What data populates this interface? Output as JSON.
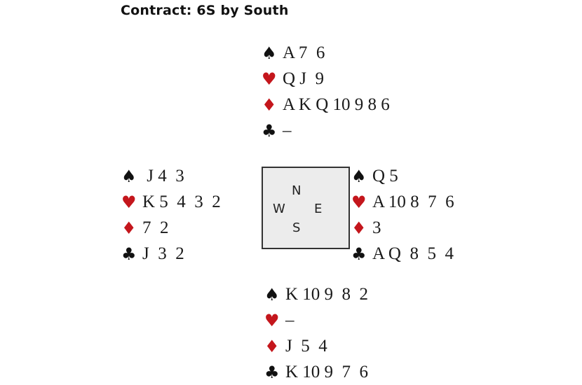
{
  "title": "Contract: 6S by South",
  "suit_symbols": {
    "spades": "♠",
    "hearts": "♥",
    "diamonds": "♦",
    "clubs": "♣"
  },
  "colors": {
    "black": "#111111",
    "red": "#c4161c"
  },
  "compass": {
    "north": "N",
    "west": "W",
    "east": "E",
    "south": "S"
  },
  "hands": {
    "north": {
      "spades": "A 7  6",
      "hearts": "Q J  9",
      "diamonds": "A K Q 10 9 8 6",
      "clubs": "–"
    },
    "west": {
      "spades": " J 4  3",
      "hearts": "K 5  4  3  2",
      "diamonds": "7  2",
      "clubs": "J  3  2"
    },
    "east": {
      "spades": "Q 5",
      "hearts": "A 10 8  7  6",
      "diamonds": "3",
      "clubs": "A Q  8  5  4"
    },
    "south": {
      "spades": "K 10 9  8  2",
      "hearts": "–",
      "diamonds": "J  5  4",
      "clubs": "K 10 9  7  6"
    }
  }
}
